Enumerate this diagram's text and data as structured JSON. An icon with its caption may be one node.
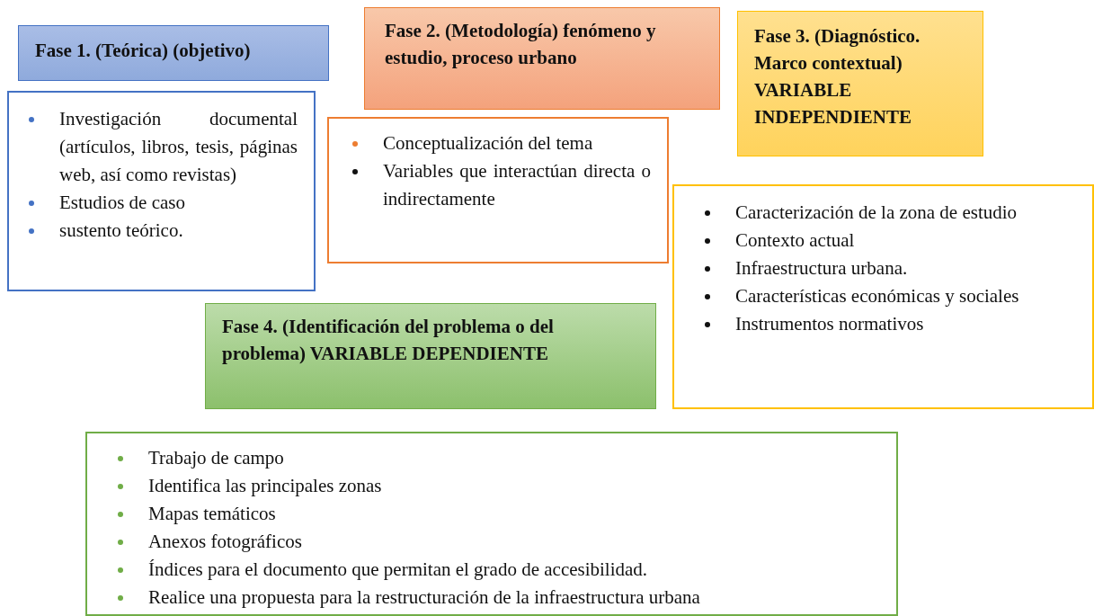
{
  "diagram": {
    "nodes": [
      {
        "text": [
          "Fase 1. (Teórica) (objetivo)"
        ]
      },
      {
        "text": [
          "Investigación documental (artículos, libros, tesis, páginas web, así como revistas)",
          "Estudios de caso",
          "sustento teórico."
        ]
      },
      {
        "text": [
          "Fase 2. (Metodología) fenómeno y estudio, proceso urbano"
        ]
      },
      {
        "text": [
          "Conceptualización del tema",
          "Variables que interactúan directa o indirectamente"
        ]
      },
      {
        "text": [
          "Fase 3. (Diagnóstico. Marco contextual) VARIABLE INDEPENDIENTE"
        ]
      },
      {
        "text": [
          "Caracterización de la zona de estudio",
          "Contexto actual",
          "Infraestructura urbana.",
          "Características económicas y sociales",
          "Instrumentos normativos"
        ]
      },
      {
        "text": [
          "Fase 4. (Identificación del problema o del problema) VARIABLE DEPENDIENTE"
        ]
      },
      {
        "text": [
          "Trabajo de campo",
          "Identifica las principales zonas",
          "Mapas temáticos",
          "Anexos fotográficos",
          "Índices para el documento que permitan el grado de accesibilidad.",
          "Realice una propuesta para la restructuración de la infraestructura urbana"
        ]
      }
    ]
  }
}
